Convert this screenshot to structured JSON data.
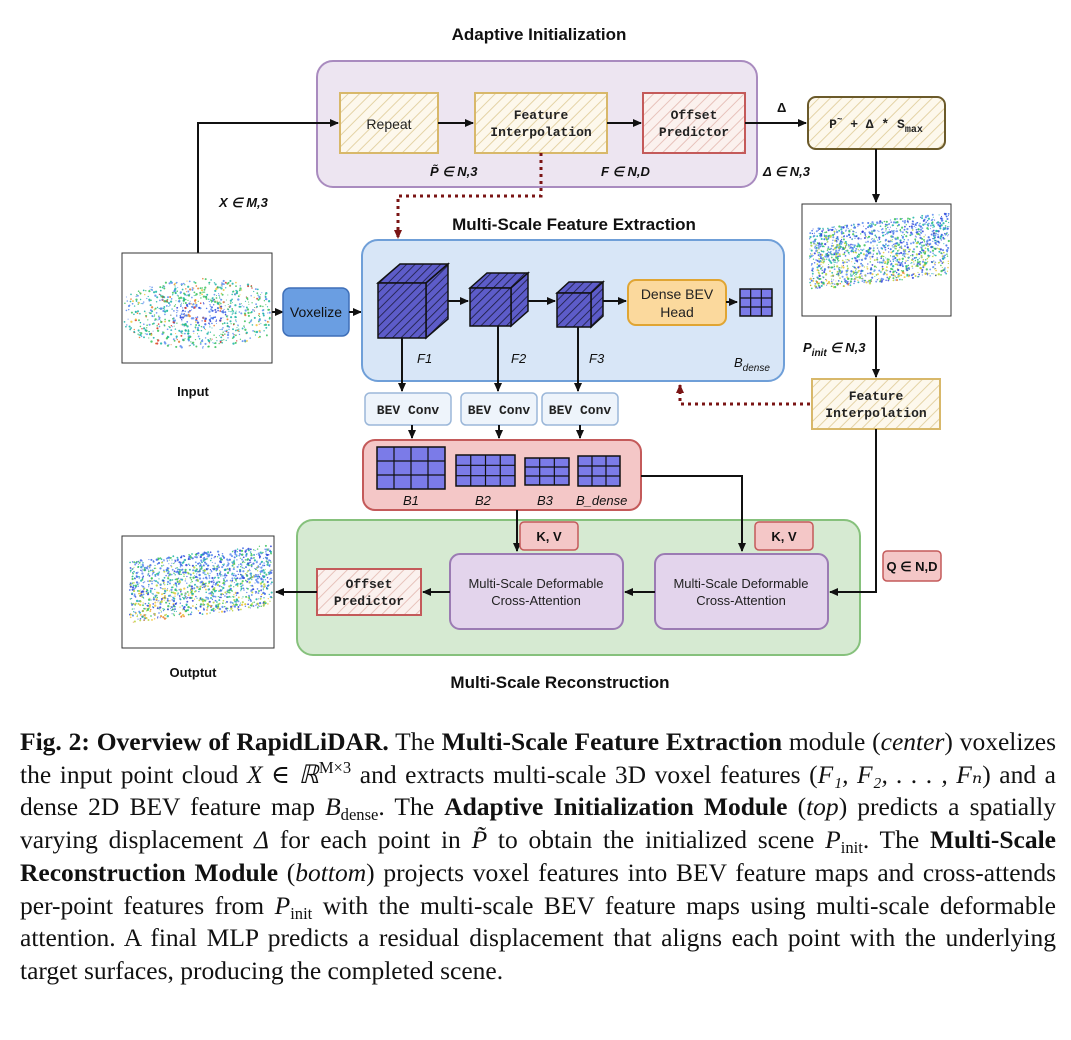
{
  "diagram": {
    "titles": {
      "adaptive": "Adaptive Initialization",
      "extraction": "Multi-Scale Feature Extraction",
      "reconstruction": "Multi-Scale Reconstruction"
    },
    "boxes": {
      "repeat": "Repeat",
      "feat_interp_1a": "Feature",
      "feat_interp_1b": "Interpolation",
      "offset_pred_1a": "Offset",
      "offset_pred_1b": "Predictor",
      "formula_a": "P",
      "formula_b": "~",
      "formula_c": " + Δ * S",
      "formula_d": "max",
      "voxelize": "Voxelize",
      "dense_bev_a": "Dense BEV",
      "dense_bev_b": "Head",
      "bev_conv": "BEV Conv",
      "feat_interp_2a": "Feature",
      "feat_interp_2b": "Interpolation",
      "kv": "K, V",
      "q": "Q ∈ N,D",
      "msda_a": "Multi-Scale Deformable",
      "msda_b": "Cross-Attention",
      "offset_pred_2a": "Offset",
      "offset_pred_2b": "Predictor"
    },
    "labels": {
      "p_tilde": "P̃ ∈ N,3",
      "f_nd": "F ∈ N,D",
      "delta": "Δ",
      "delta_n3": "Δ ∈ N,3",
      "x_m3": "X ∈ M,3",
      "input": "Input",
      "output": "Outptut",
      "f1": "F1",
      "f2": "F2",
      "f3": "F3",
      "b_dense_main": "B",
      "b_dense_sub": "dense",
      "p_init_main": "P",
      "p_init_sub": "init",
      "p_init_rest": " ∈ N,3",
      "b1": "B1",
      "b2": "B2",
      "b3": "B3",
      "b_dense_flat": "B_dense"
    },
    "colors": {
      "adaptive_bg": "#ede5f1",
      "adaptive_border": "#a98bbf",
      "extraction_bg": "#d8e6f7",
      "extraction_border": "#6f9fd8",
      "reconstruction_bg": "#d6ead2",
      "reconstruction_border": "#86c17c",
      "bev_panel_bg": "#f4c7c7",
      "bev_panel_border": "#c45a5a",
      "hatch_yellow": "#d8b86a",
      "hatch_red": "#c45a5a",
      "cube": "#5d5cc9",
      "dashed_arrow": "#7a1414"
    }
  },
  "caption": {
    "fig_label": "Fig. 2: Overview of RapidLiDAR.",
    "t1": " The ",
    "b1": "Multi-Scale Feature Extraction",
    "t2": " module (",
    "i1": "center",
    "t3": ") voxelizes the input point cloud ",
    "m1": "X ∈ ℝ",
    "m1_sup": "M×3",
    "t4": " and extracts multi-scale 3D voxel features (",
    "m2": "F₁, F₂, . . . , Fₙ",
    "t5": ") and a dense 2D BEV feature map ",
    "m3": "B",
    "m3_sub": "dense",
    "t6": ". The ",
    "b2": "Adaptive Initialization Module",
    "t7": " (",
    "i2": "top",
    "t8": ") predicts a spatially varying displacement ",
    "m4": "Δ",
    "t9": " for each point in ",
    "m5": "P̃",
    "t10": " to obtain the initialized scene ",
    "m6": "P",
    "m6_sub": "init",
    "t11": ". The ",
    "b3": "Multi-Scale Reconstruction Module",
    "t12": " (",
    "i3": "bottom",
    "t13": ") projects voxel features into BEV feature maps and cross-attends per-point features from ",
    "m7": "P",
    "m7_sub": "init",
    "t14": " with the multi-scale BEV feature maps using multi-scale deformable attention. A final MLP predicts a residual displacement that aligns each point with the underlying target surfaces, producing the completed scene."
  }
}
